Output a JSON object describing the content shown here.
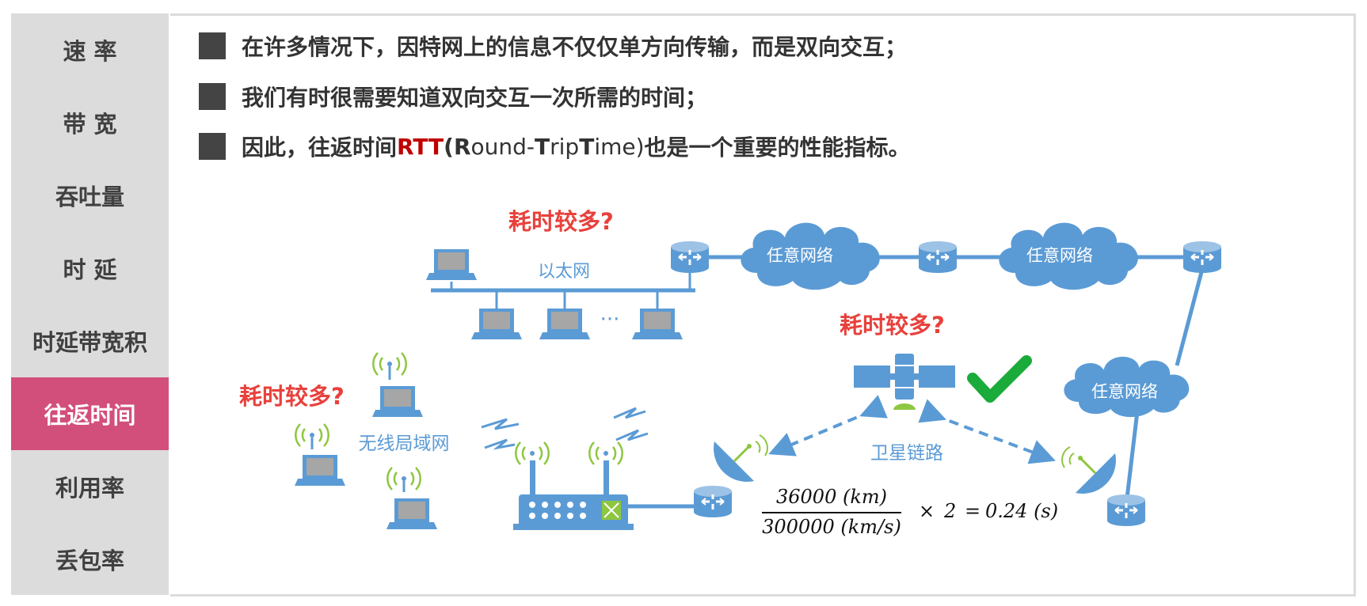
{
  "sidebar": {
    "items": [
      {
        "label": "速 率",
        "active": false
      },
      {
        "label": "带 宽",
        "active": false
      },
      {
        "label": "吞吐量",
        "active": false
      },
      {
        "label": "时 延",
        "active": false
      },
      {
        "label": "时延带宽积",
        "active": false
      },
      {
        "label": "往返时间",
        "active": true
      },
      {
        "label": "利用率",
        "active": false
      },
      {
        "label": "丢包率",
        "active": false
      }
    ],
    "colors": {
      "background": "#dcdcdc",
      "active": "#d24f7c",
      "text": "#404040"
    }
  },
  "bullets": [
    {
      "text": "在许多情况下，因特网上的信息不仅仅单方向传输，而是双向交互；"
    },
    {
      "text": "我们有时很需要知道双向交互一次所需的时间；"
    },
    {
      "pre": "因此，往返时间",
      "highlight": "RTT",
      "post_letters": [
        "(",
        "R",
        "ound-",
        "T",
        "rip ",
        "T",
        "ime)"
      ],
      "tail": "也是一个重要的性能指标。"
    }
  ],
  "diagram": {
    "warnings": [
      "耗时较多?",
      "耗时较多?",
      "耗时较多?"
    ],
    "ethernet_label": "以太网",
    "ellipsis": "···",
    "cloud_labels": [
      "任意网络",
      "任意网络",
      "任意网络"
    ],
    "wlan_label": "无线局域网",
    "satellite_label": "卫星链路",
    "formula": {
      "numerator": "36000  (km)",
      "denominator": "300000  (km/s)",
      "times": "×",
      "factor": "2",
      "equals": "=",
      "result": "0.24  (s)"
    },
    "colors": {
      "device": "#5b9bd5",
      "link": "#5b9bd5",
      "label": "#5b9bd5",
      "warning": "#e8413c",
      "check": "#1aab3a"
    }
  }
}
